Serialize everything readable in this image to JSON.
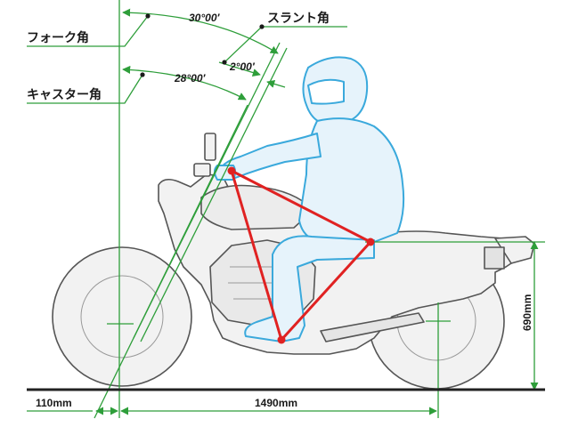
{
  "labels": {
    "fork_angle": "フォーク角",
    "slant_angle": "スラント角",
    "caster_angle": "キャスター角",
    "fork_angle_value": "30°00′",
    "slant_angle_value": "2°00′",
    "caster_angle_value": "28°00′",
    "trail": "110mm",
    "wheelbase": "1490mm",
    "seat_height": "690mm"
  },
  "colors": {
    "guide_green": "#2e9e3a",
    "rider_outline": "#3aa9dc",
    "rider_fill": "#e6f3fb",
    "bike_outline": "#555555",
    "bike_fill": "#f2f2f2",
    "triangle_red": "#e02222",
    "ground": "#222222"
  }
}
